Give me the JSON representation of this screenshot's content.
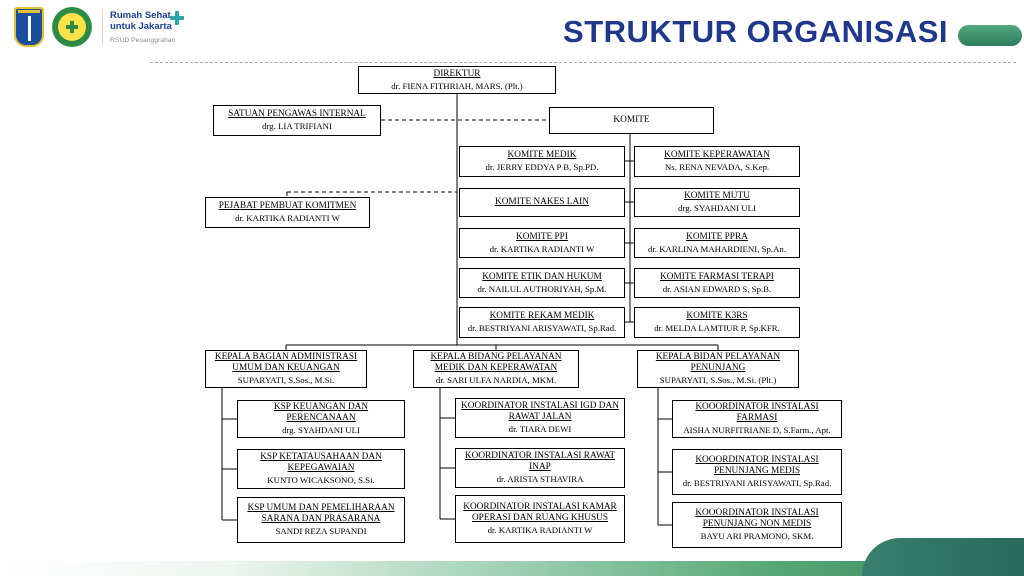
{
  "header": {
    "title": "STRUKTUR ORGANISASI"
  },
  "brand": {
    "line1": "Rumah Sehat",
    "line2": "untuk Jakarta",
    "subtitle": "RSUD Pesanggrahan"
  },
  "icons": {
    "jakarta_emblem": "blue-gold-shield",
    "dinkes_logo": "green-yellow-round-emblem",
    "medical_cross": "teal-plus"
  },
  "colors": {
    "title_blue": "#20388C",
    "brand_blue": "#1C3F94",
    "accent_green": "#3F8F68",
    "footer_teal": "#2E7263",
    "box_border": "#000000"
  },
  "chart": {
    "direktur": {
      "title": "DIREKTUR",
      "name": "dr. FIENA FITHRIAH, MARS. (Plt.)"
    },
    "spi": {
      "title": "SATUAN PENGAWAS INTERNAL",
      "name": "drg. LIA TRIFIANI"
    },
    "komite": {
      "title": "KOMITE"
    },
    "ppk": {
      "title": "PEJABAT PEMBUAT KOMITMEN",
      "name": "dr. KARTIKA RADIANTI W"
    },
    "komite_left": [
      {
        "title": "KOMITE MEDIK",
        "name": "dr. JERRY EDDYA P B, Sp.PD."
      },
      {
        "title": "KOMITE NAKES LAIN",
        "name": ""
      },
      {
        "title": "KOMITE PPI",
        "name": "dr. KARTIKA RADIANTI W"
      },
      {
        "title": "KOMITE ETIK DAN HUKUM",
        "name": "dr. NAILUL AUTHORIYAH, Sp.M."
      },
      {
        "title": "KOMITE REKAM MEDIK",
        "name": "dr. BESTRIYANI ARISYAWATI, Sp.Rad."
      }
    ],
    "komite_right": [
      {
        "title": "KOMITE KEPERAWATAN",
        "name": "Ns. RENA NEVADA, S.Kep."
      },
      {
        "title": "KOMITE MUTU",
        "name": "drg. SYAHDANI ULI"
      },
      {
        "title": "KOMITE PPRA",
        "name": "dr. KARLINA MAHARDIENI, Sp.An."
      },
      {
        "title": "KOMITE FARMASI TERAPI",
        "name": "dr. ASIAN EDWARD S, Sp.B."
      },
      {
        "title": "KOMITE K3RS",
        "name": "dr. MELDA LAMTIUR P, Sp.KFR."
      }
    ],
    "kepala": [
      {
        "title": "KEPALA BAGIAN ADMINISTRASI UMUM DAN KEUANGAN",
        "name": "SUPARYATI, S.Sos., M.Si."
      },
      {
        "title": "KEPALA BIDANG PELAYANAN MEDIK DAN KEPERAWATAN",
        "name": "dr. SARI ULFA NARDIA, MKM."
      },
      {
        "title": "KEPALA BIDAN PELAYANAN PENUNJANG",
        "name": "SUPARYATI, S.Sos., M.Si.  (Plt.)"
      }
    ],
    "ksp": [
      {
        "title": "KSP KEUANGAN DAN PERENCANAAN",
        "name": "drg. SYAHDANI ULI"
      },
      {
        "title": "KSP KETATAUSAHAAN DAN KEPEGAWAIAN",
        "name": "KUNTO WICAKSONO, S.Si."
      },
      {
        "title": "KSP UMUM DAN PEMELIHARAAN SARANA DAN PRASARANA",
        "name": "SANDI REZA SUPANDI"
      }
    ],
    "koordinator_medik": [
      {
        "title": "KOORDINATOR INSTALASI IGD DAN RAWAT JALAN",
        "name": "dr. TIARA DEWI"
      },
      {
        "title": "KOORDINATOR INSTALASI RAWAT INAP",
        "name": "dr. ARISTA STHAVIRA"
      },
      {
        "title": "KOORDINATOR INSTALASI KAMAR OPERASI DAN RUANG KHUSUS",
        "name": "dr. KARTIKA RADIANTI W"
      }
    ],
    "koordinator_penunjang": [
      {
        "title": "KOOORDINATOR INSTALASI FARMASI",
        "name": "AISHA NURFITRIANE D, S.Farm., Apt."
      },
      {
        "title": "KOOORDINATOR INSTALASI PENUNJANG MEDIS",
        "name": "dr. BESTRIYANI ARISYAWATI, Sp.Rad."
      },
      {
        "title": "KOOORDINATOR INSTALASI PENUNJANG NON MEDIS",
        "name": "BAYU ARI PRAMONO, SKM."
      }
    ]
  }
}
